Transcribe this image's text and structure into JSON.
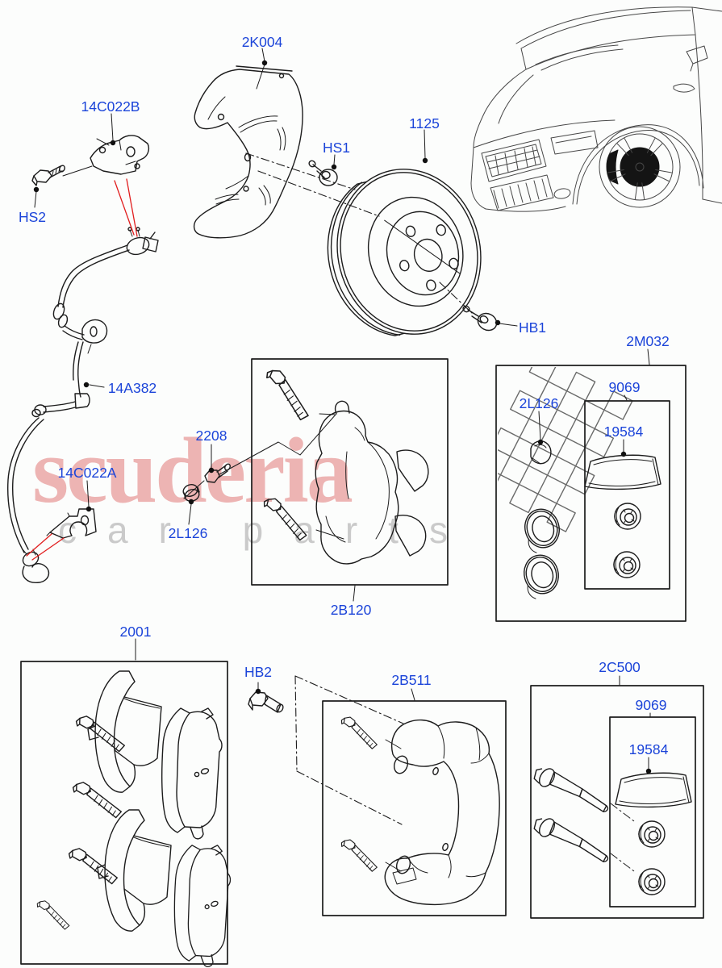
{
  "watermark": {
    "brand": "scuderia",
    "tagline": "car parts"
  },
  "colors": {
    "label_blue": "#1b44d9",
    "line_black": "#1c1c1c",
    "leader_red": "#e11d1d",
    "watermark_red": "#d63c3c",
    "watermark_gray": "#a0a0a0",
    "background": "#fcfdfc"
  },
  "callouts": {
    "shield": "2K004",
    "sensor_bracket_upper": "14C022B",
    "screw_hs2": "HS2",
    "screw_hs1": "HS1",
    "brake_disc": "1125",
    "bolt_hb1": "HB1",
    "abs_sensor_wire": "14A382",
    "sensor_bracket_lower": "14C022A",
    "bolt_2208": "2208",
    "nut_2l126": "2L126",
    "caliper": "2B120",
    "caliper_repair_kit": "2M032",
    "kit_cap_2l126": "2L126",
    "kit_bag_front": "9069",
    "grease_front": "19584",
    "brake_pads": "2001",
    "bolt_hb2": "HB2",
    "caliper_carrier": "2B511",
    "guide_pin_kit": "2C500",
    "kit_bag_rear": "9069",
    "grease_rear": "19584"
  }
}
